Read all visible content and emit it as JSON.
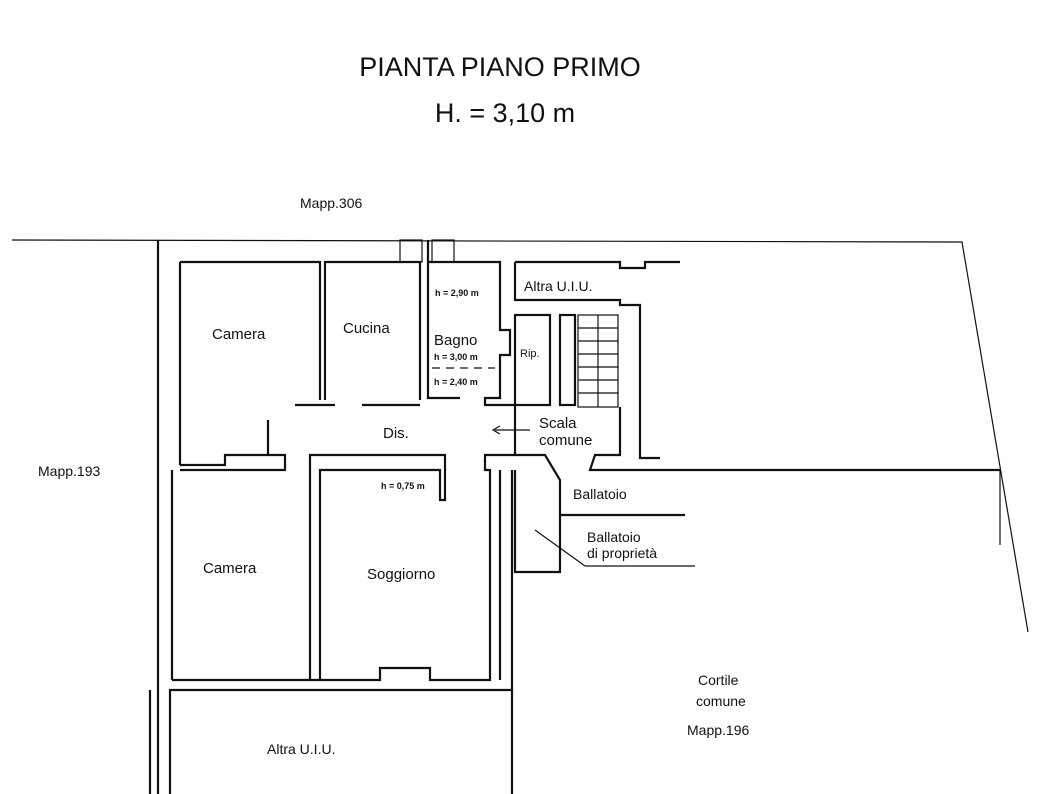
{
  "title": "PIANTA PIANO PRIMO",
  "height": "H. =  3,10 m",
  "labels": {
    "mapp_306": "Mapp.306",
    "mapp_193": "Mapp.193",
    "mapp_196": "Mapp.196",
    "camera_top": "Camera",
    "cucina": "Cucina",
    "bagno": "Bagno",
    "h_290": "h = 2,90 m",
    "h_300": "h = 3,00 m",
    "h_240": "h = 2,40 m",
    "h_075": "h = 0,75 m",
    "altra_uiu_top": "Altra U.I.U.",
    "rip": "Rip.",
    "dis": "Dis.",
    "scala": "Scala",
    "comune": "comune",
    "ballatoio": "Ballatoio",
    "ballatoio_prop_1": "Ballatoio",
    "ballatoio_prop_2": "di proprietà",
    "camera_bottom": "Camera",
    "soggiorno": "Soggiorno",
    "cortile": "Cortile",
    "cortile_comune": "comune",
    "altra_uiu_bottom": "Altra U.I.U."
  }
}
